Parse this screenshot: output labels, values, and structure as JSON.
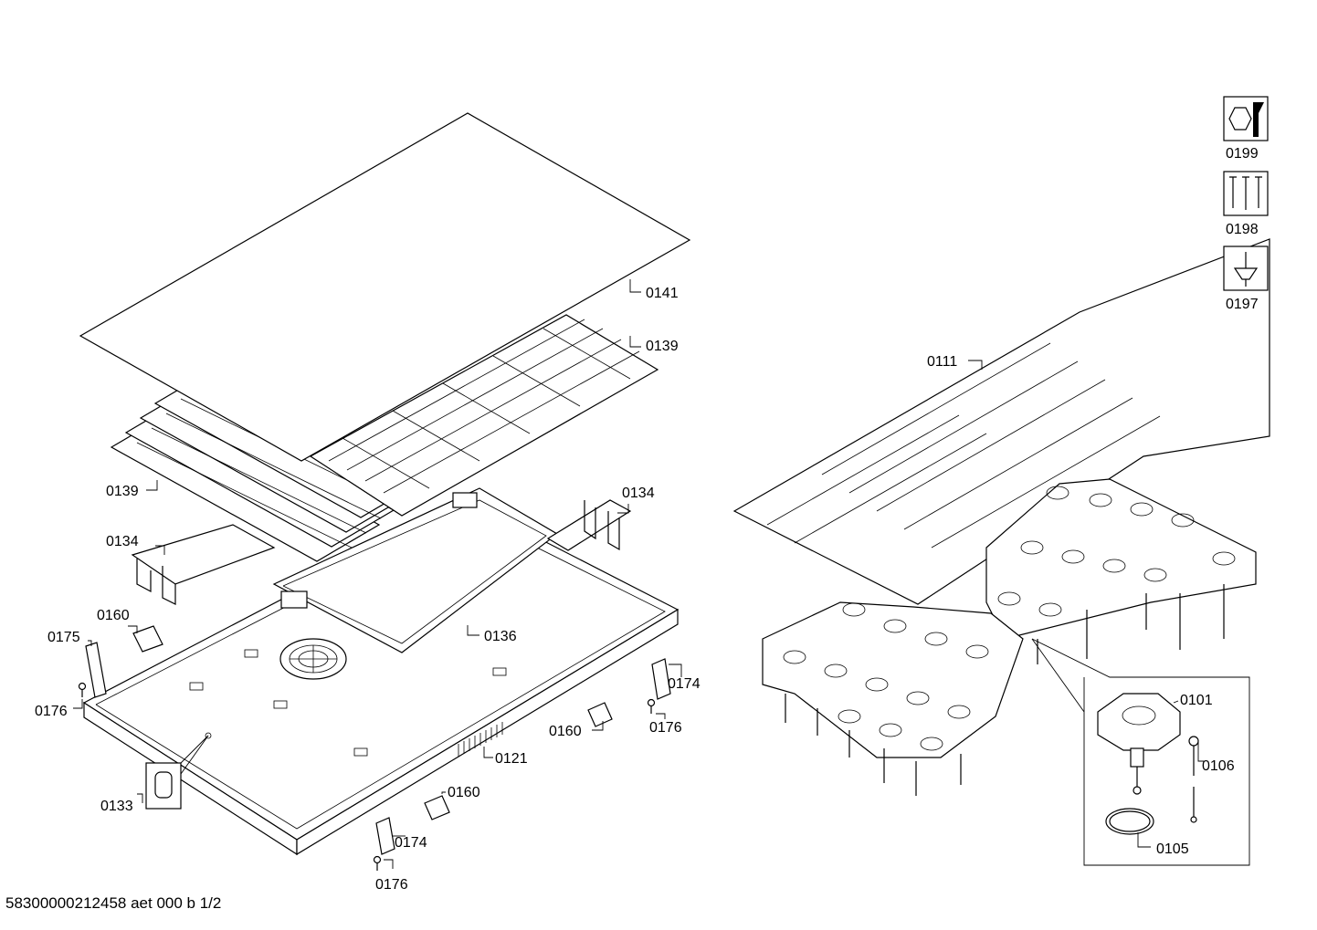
{
  "footer": {
    "document_id": "58300000212458 aet 000 b 1/2"
  },
  "labels": {
    "p0141": "0141",
    "p0139a": "0139",
    "p0139b": "0139",
    "p0134a": "0134",
    "p0134b": "0134",
    "p0136": "0136",
    "p0160a": "0160",
    "p0160b": "0160",
    "p0160c": "0160",
    "p0175": "0175",
    "p0176a": "0176",
    "p0176b": "0176",
    "p0176c": "0176",
    "p0174a": "0174",
    "p0174b": "0174",
    "p0121": "0121",
    "p0133": "0133",
    "p0111": "0111",
    "p0101": "0101",
    "p0106": "0106",
    "p0105": "0105",
    "p0199": "0199",
    "p0198": "0198",
    "p0197": "0197"
  },
  "icons": {
    "kit_0199": "hex-nut-wrench-icon",
    "kit_0198": "screws-kit-icon",
    "kit_0197": "screwdriver-icon"
  }
}
